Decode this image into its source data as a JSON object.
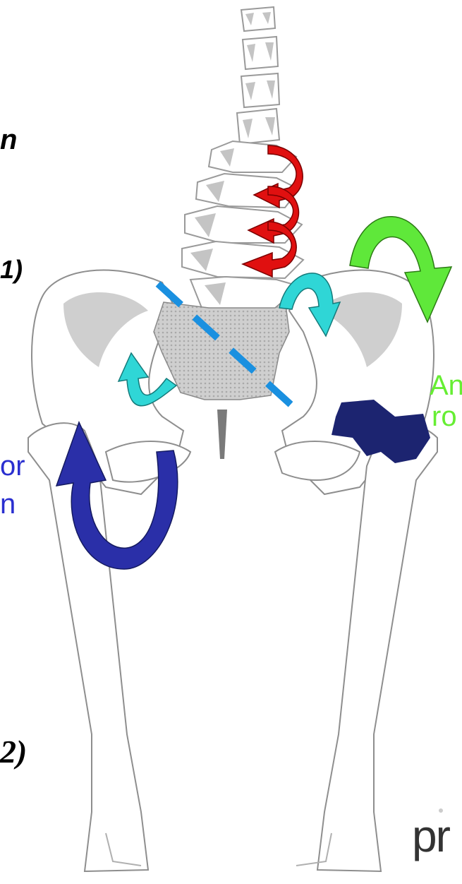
{
  "labels": {
    "top_fragment": "n",
    "mid_fragment": "1)",
    "bottom_fragment": "2)",
    "green_fragment_1": "An",
    "green_fragment_2": "ro",
    "blue_fragment_1": "or",
    "blue_fragment_2": "n",
    "logo_fragment": "pr"
  },
  "colors": {
    "red_arrow": "#e01010",
    "green_arrow": "#5fe83a",
    "cyan_arrow": "#2fd6d6",
    "navy_arrow": "#2a2fa8",
    "muscle": "#1c2470",
    "dashed_line": "#1a90e0",
    "bone_fill": "#ffffff",
    "bone_shadow": "#bdbdbd",
    "sacrum": "#c8c8c8",
    "green_text": "#66ee33",
    "blue_text": "#2a2fd0",
    "logo": "#333333"
  },
  "icons": [
    "vertebra-icon",
    "pelvis-icon",
    "femur-icon",
    "rotation-arrow-icon",
    "logo-icon"
  ]
}
